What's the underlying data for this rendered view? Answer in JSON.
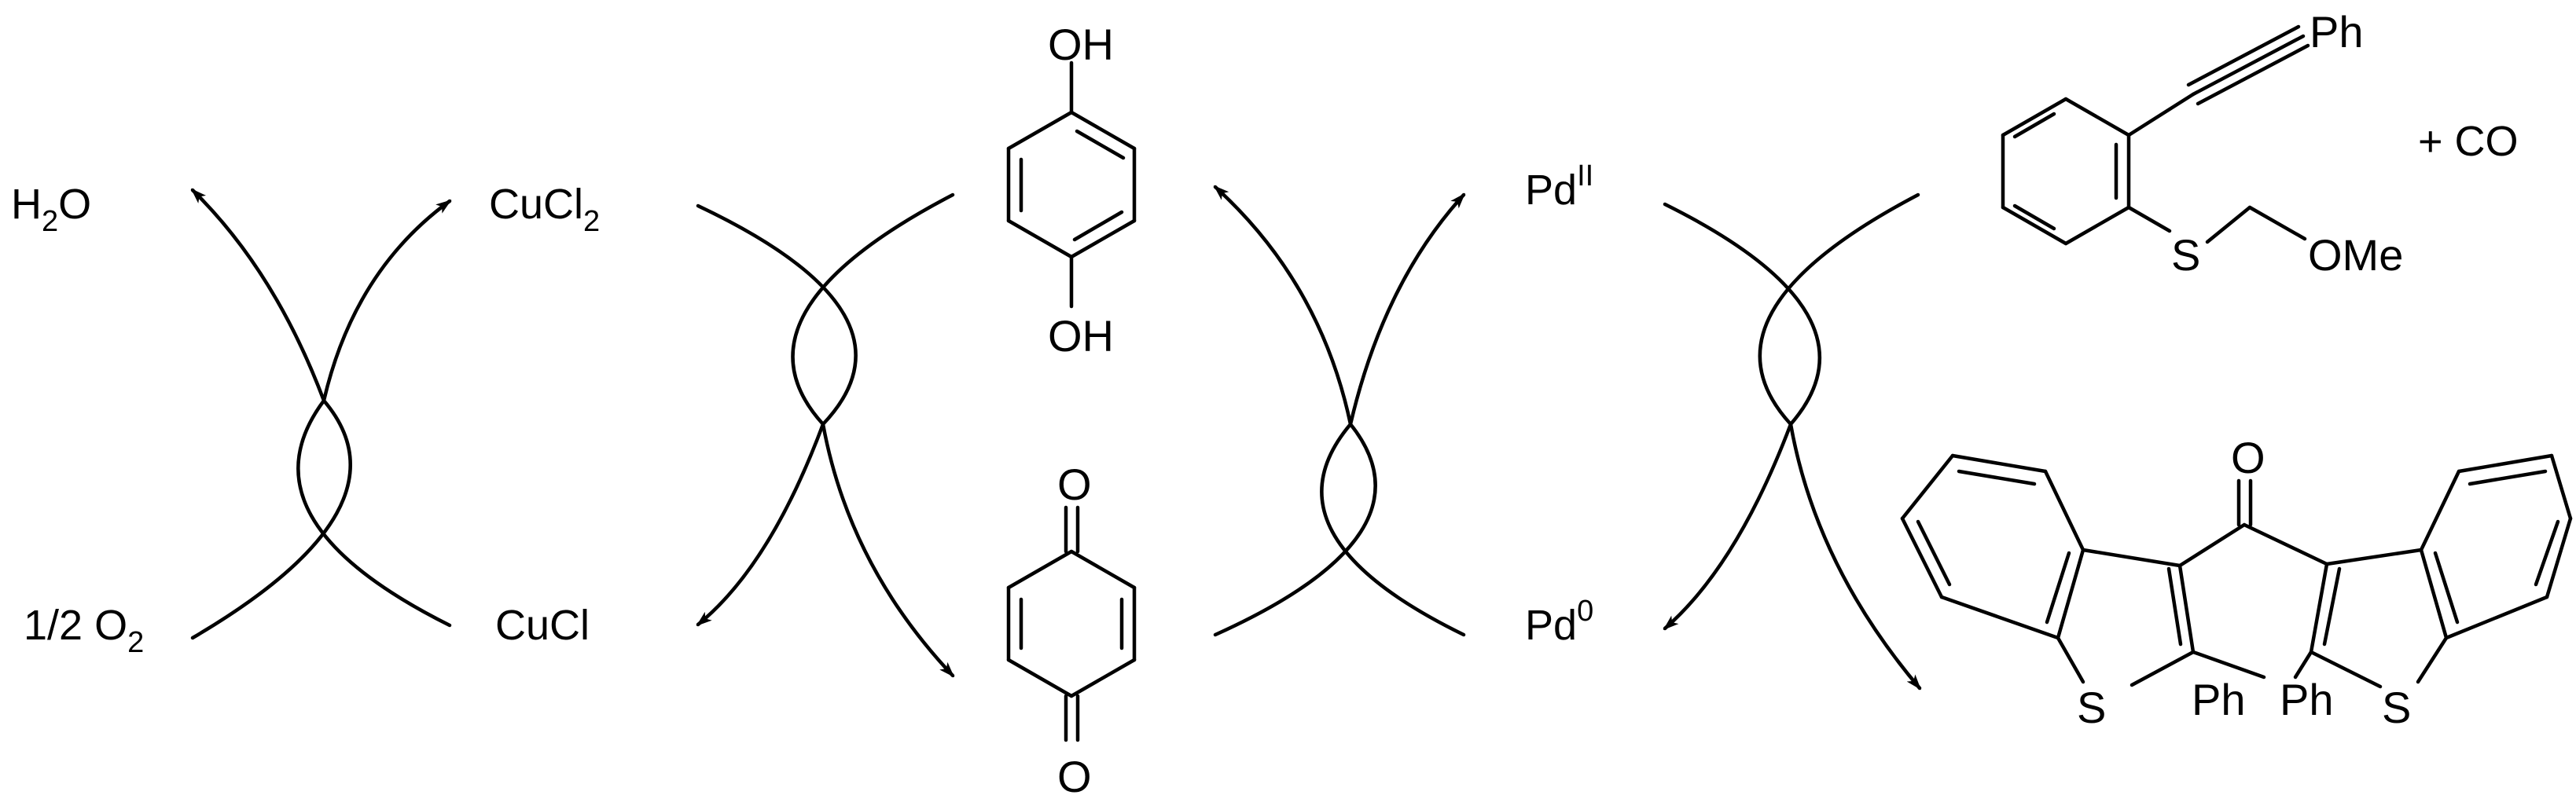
{
  "cycle_copper": {
    "water": {
      "text": "H",
      "sub": "2",
      "tail": "O"
    },
    "oxygen": {
      "text": "1/2 O",
      "sub": "2"
    },
    "cucl2": {
      "text": "CuCl",
      "sub": "2"
    },
    "cucl": {
      "text": "CuCl"
    }
  },
  "cycle_quinone": {
    "hydroquinone": {
      "top_oh": "OH",
      "bottom_oh": "OH"
    },
    "benzoquinone": {
      "top_o": "O",
      "bottom_o": "O"
    }
  },
  "cycle_palladium": {
    "pd_ii": {
      "text": "Pd",
      "sup": "II"
    },
    "pd_0": {
      "text": "Pd",
      "sup": "0"
    }
  },
  "substrate": {
    "ph": "Ph",
    "s": "S",
    "ome": "OMe",
    "plus_co": "+ CO"
  },
  "product": {
    "ketone_o": "O",
    "s_left": "S",
    "s_right": "S",
    "ph_left": "Ph",
    "ph_right": "Ph"
  }
}
